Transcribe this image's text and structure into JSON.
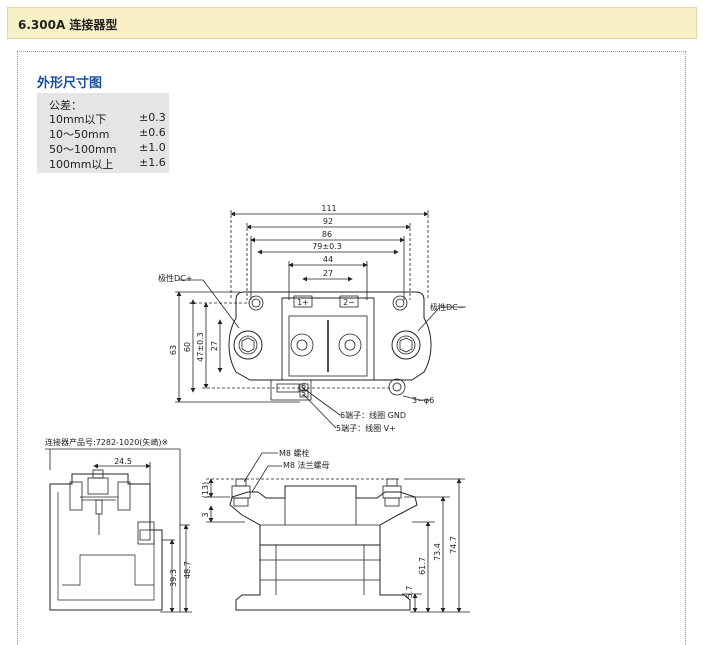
{
  "header": {
    "title": "6.300A 连接器型"
  },
  "section": {
    "title": "外形尺寸图"
  },
  "tolerance": {
    "heading": "公差：",
    "rows": [
      {
        "range": "10mm以下",
        "value": "±0.3"
      },
      {
        "range": "10～50mm",
        "value": "±0.6"
      },
      {
        "range": "50～100mm",
        "value": "±1.0"
      },
      {
        "range": "100mm以上",
        "value": "±1.6"
      }
    ]
  },
  "top_view": {
    "dim_overall": "111",
    "dim_92": "92",
    "dim_86": "86",
    "dim_79": "79±0.3",
    "dim_44": "44",
    "dim_27": "27",
    "dim_63": "63",
    "dim_60": "60",
    "dim_47": "47±0.3",
    "dim_27v": "27",
    "terminal_pos_label": "1+",
    "terminal_neg_label": "2−",
    "pin6": "6",
    "pin5": "5",
    "callout_dc_plus": "极性DC+",
    "callout_dc_minus": "极性DC−",
    "callout_hole": "3−φ6",
    "callout_gnd": "6端子：线圈  GND",
    "callout_v": "5端子：线圈  V+"
  },
  "side_view": {
    "connector_label": "连接器产品号:7282-1020(矢崎)※",
    "dim_24_5": "24.5",
    "dim_48_7": "48.7",
    "dim_39_3": "39.3"
  },
  "front_view": {
    "bolt_label": "M8 螺栓",
    "nut_label": "M8 法兰螺母",
    "dim_13": "(13)",
    "dim_3": "3",
    "dim_74_7": "74.7",
    "dim_73_4": "73.4",
    "dim_61_7": "61.7",
    "dim_5_7": "5.7"
  }
}
